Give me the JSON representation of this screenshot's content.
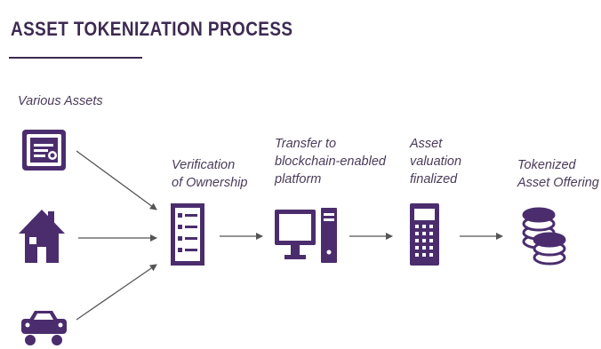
{
  "title": "ASSET TOKENIZATION PROCESS",
  "colors": {
    "icon": "#4b2d6e",
    "title": "#3d2a52",
    "arrow": "#555555",
    "text": "#4a3b5a"
  },
  "steps": {
    "assets": {
      "label": "Various Assets",
      "icons": [
        "certificate-icon",
        "house-icon",
        "car-icon"
      ]
    },
    "verification": {
      "label": "Verification\nof Ownership",
      "icon": "checklist-icon"
    },
    "transfer": {
      "label": "Transfer to\nblockchain-enabled\nplatform",
      "icon": "computer-icon"
    },
    "valuation": {
      "label": "Asset\nvaluation\nfinalized",
      "icon": "calculator-icon"
    },
    "offering": {
      "label": "Tokenized\nAsset Offering",
      "icon": "coins-icon"
    }
  }
}
